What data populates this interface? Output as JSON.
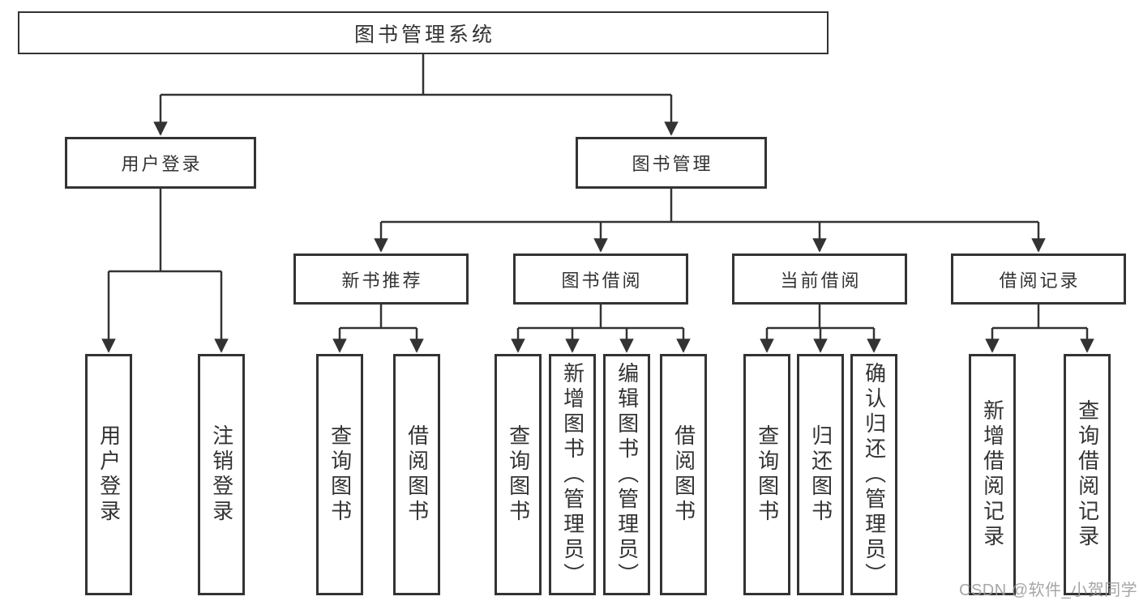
{
  "tree": {
    "root": {
      "label": "图书管理系统",
      "children": [
        {
          "label": "用户登录",
          "children": [
            {
              "label": "用户登录"
            },
            {
              "label": "注销登录"
            }
          ]
        },
        {
          "label": "图书管理",
          "children": [
            {
              "label": "新书推荐",
              "children": [
                {
                  "label": "查询图书"
                },
                {
                  "label": "借阅图书"
                }
              ]
            },
            {
              "label": "图书借阅",
              "children": [
                {
                  "label": "查询图书"
                },
                {
                  "label": "新增图书（管理员）"
                },
                {
                  "label": "编辑图书（管理员）"
                },
                {
                  "label": "借阅图书"
                }
              ]
            },
            {
              "label": "当前借阅",
              "children": [
                {
                  "label": "查询图书"
                },
                {
                  "label": "归还图书"
                },
                {
                  "label": "确认归还（管理员）"
                }
              ]
            },
            {
              "label": "借阅记录",
              "children": [
                {
                  "label": "新增借阅记录"
                },
                {
                  "label": "查询借阅记录"
                }
              ]
            }
          ]
        }
      ]
    }
  },
  "colors": {
    "line": "#333333",
    "box_border": "#333333",
    "text": "#333333",
    "background": "#ffffff",
    "watermark": "#9a9a9a"
  },
  "watermark": {
    "text": "CSDN @软件_小贺同学"
  }
}
